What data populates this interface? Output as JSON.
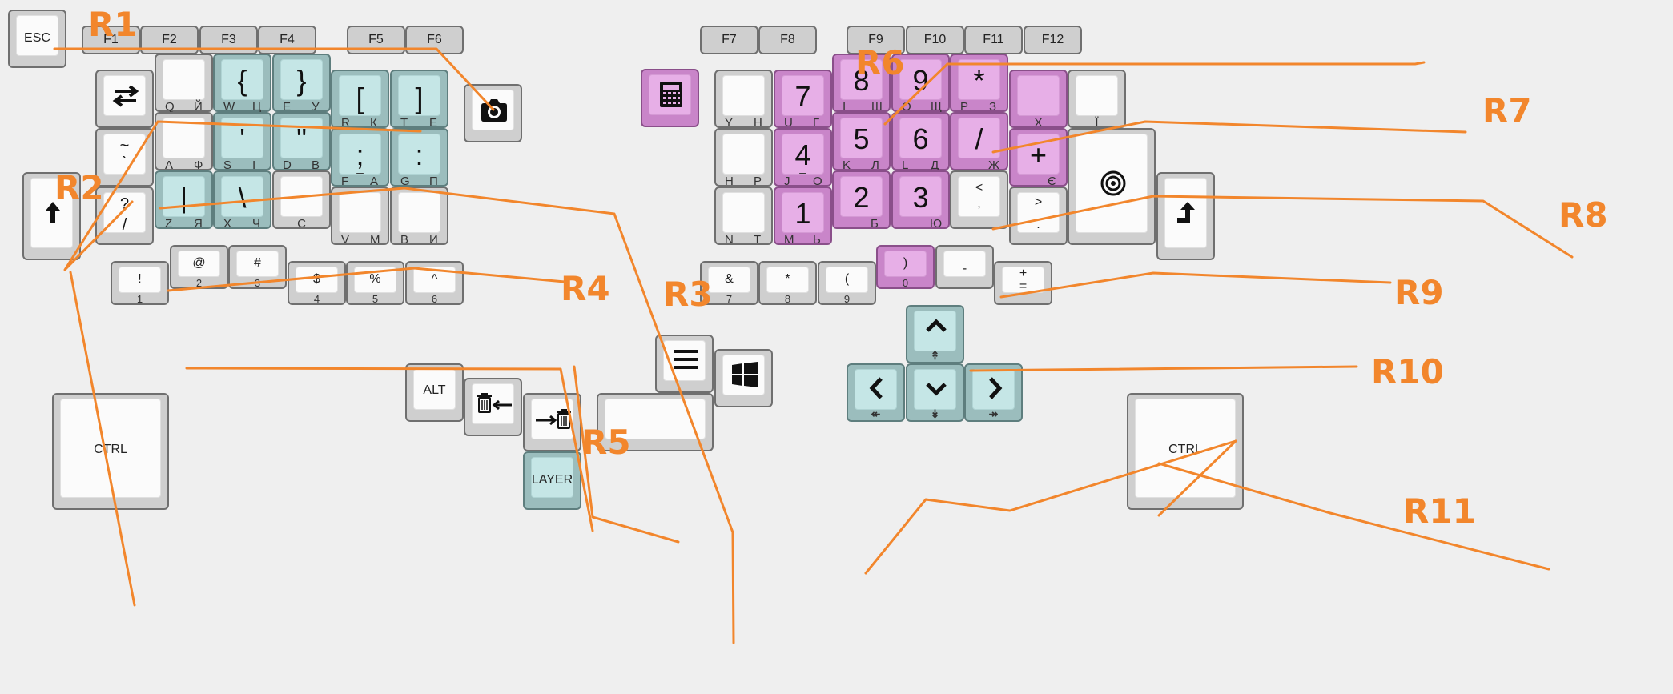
{
  "colors": {
    "route": "#f2862c",
    "key_plain": "#fbfbfb",
    "key_teal": "#c5e6e6",
    "key_pink": "#e7afe7"
  },
  "routes": [
    "R1",
    "R2",
    "R3",
    "R4",
    "R5",
    "R6",
    "R7",
    "R8",
    "R9",
    "R10",
    "R11"
  ],
  "left": {
    "esc": "ESC",
    "fkeys": [
      "F1",
      "F2",
      "F3",
      "F4",
      "F5",
      "F6"
    ],
    "screenshot": "camera-icon",
    "swap": "swap-arrows-icon",
    "shift": "shift-icon",
    "row_q": [
      {
        "main": "",
        "l": "Q",
        "r": "Й"
      },
      {
        "main": "{",
        "l": "W",
        "r": "Ц"
      },
      {
        "main": "}",
        "l": "E",
        "r": "У"
      },
      {
        "main": "[",
        "l": "R",
        "r": "К"
      },
      {
        "main": "]",
        "l": "T",
        "r": "Е"
      }
    ],
    "row_a": [
      {
        "top": "~",
        "bot": "`"
      },
      {
        "main": "",
        "l": "A",
        "r": "Ф"
      },
      {
        "main": "'",
        "l": "S",
        "r": "І"
      },
      {
        "main": "\"",
        "l": "D",
        "r": "В"
      },
      {
        "main": ";",
        "l": "F",
        "r": "А",
        "under": "_"
      },
      {
        "main": ":",
        "l": "G",
        "r": "П"
      }
    ],
    "row_z": [
      {
        "top": "?",
        "bot": "/"
      },
      {
        "main": "|",
        "l": "Z",
        "r": "Я"
      },
      {
        "main": "\\",
        "l": "X",
        "r": "Ч"
      },
      {
        "main": "",
        "c": "C"
      },
      {
        "main": "",
        "l": "V",
        "r": "М"
      },
      {
        "main": "",
        "l": "B",
        "r": "И"
      }
    ],
    "numbers": [
      {
        "top": "!",
        "bot": "1"
      },
      {
        "top": "@",
        "bot": "2"
      },
      {
        "top": "#",
        "bot": "3"
      },
      {
        "top": "$",
        "bot": "4"
      },
      {
        "top": "%",
        "bot": "5"
      },
      {
        "top": "^",
        "bot": "6"
      }
    ],
    "ctrl": "CTRL",
    "alt": "ALT",
    "backspace": "backspace-delete-icon",
    "delete": "forward-delete-icon",
    "layer": "LAYER"
  },
  "right": {
    "fkeys": [
      "F7",
      "F8",
      "F9",
      "F10",
      "F11",
      "F12"
    ],
    "calculator": "calculator-icon",
    "row_y": [
      {
        "main": "",
        "l": "Y",
        "r": "Н"
      },
      {
        "main": "7",
        "l": "U",
        "r": "Г"
      },
      {
        "main": "8",
        "l": "I",
        "r": "Ш"
      },
      {
        "main": "9",
        "l": "O",
        "r": "Щ"
      },
      {
        "main": "*",
        "l": "P",
        "r": "З"
      },
      {
        "main": "",
        "c": "Х"
      },
      {
        "main": "",
        "c": "Ї"
      }
    ],
    "row_h": [
      {
        "main": "",
        "l": "H",
        "r": "Р"
      },
      {
        "main": "4",
        "l": "J",
        "r": "О",
        "under": "_"
      },
      {
        "main": "5",
        "l": "K",
        "r": "Л"
      },
      {
        "main": "6",
        "l": "L",
        "r": "Д"
      },
      {
        "main": "/",
        "c": "Ж"
      },
      {
        "main": "+",
        "c": "Є"
      }
    ],
    "row_n": [
      {
        "main": "",
        "l": "N",
        "r": "Т"
      },
      {
        "main": "1",
        "l": "M",
        "r": "Ь"
      },
      {
        "main": "2",
        "c": "Б"
      },
      {
        "main": "3",
        "c": "Ю"
      },
      {
        "top": "<",
        "bot": ","
      },
      {
        "top": ">",
        "bot": "."
      }
    ],
    "numbers": [
      {
        "top": "&",
        "bot": "7"
      },
      {
        "top": "*",
        "bot": "8"
      },
      {
        "top": "(",
        "bot": "9"
      },
      {
        "top": ")",
        "bot": "0"
      },
      {
        "top": "_",
        "bot": "-"
      },
      {
        "top": "+",
        "bot": "="
      }
    ],
    "target": "target-icon",
    "enter": "enter-icon",
    "menu": "menu-icon",
    "win": "windows-icon",
    "ctrl": "CTRL",
    "arrows": {
      "up": "chevron-up-icon",
      "left": "chevron-left-icon",
      "down": "chevron-down-icon",
      "right": "chevron-right-icon",
      "up_sub": "↟",
      "left_sub": "↞",
      "down_sub": "↡",
      "right_sub": "↠"
    }
  }
}
